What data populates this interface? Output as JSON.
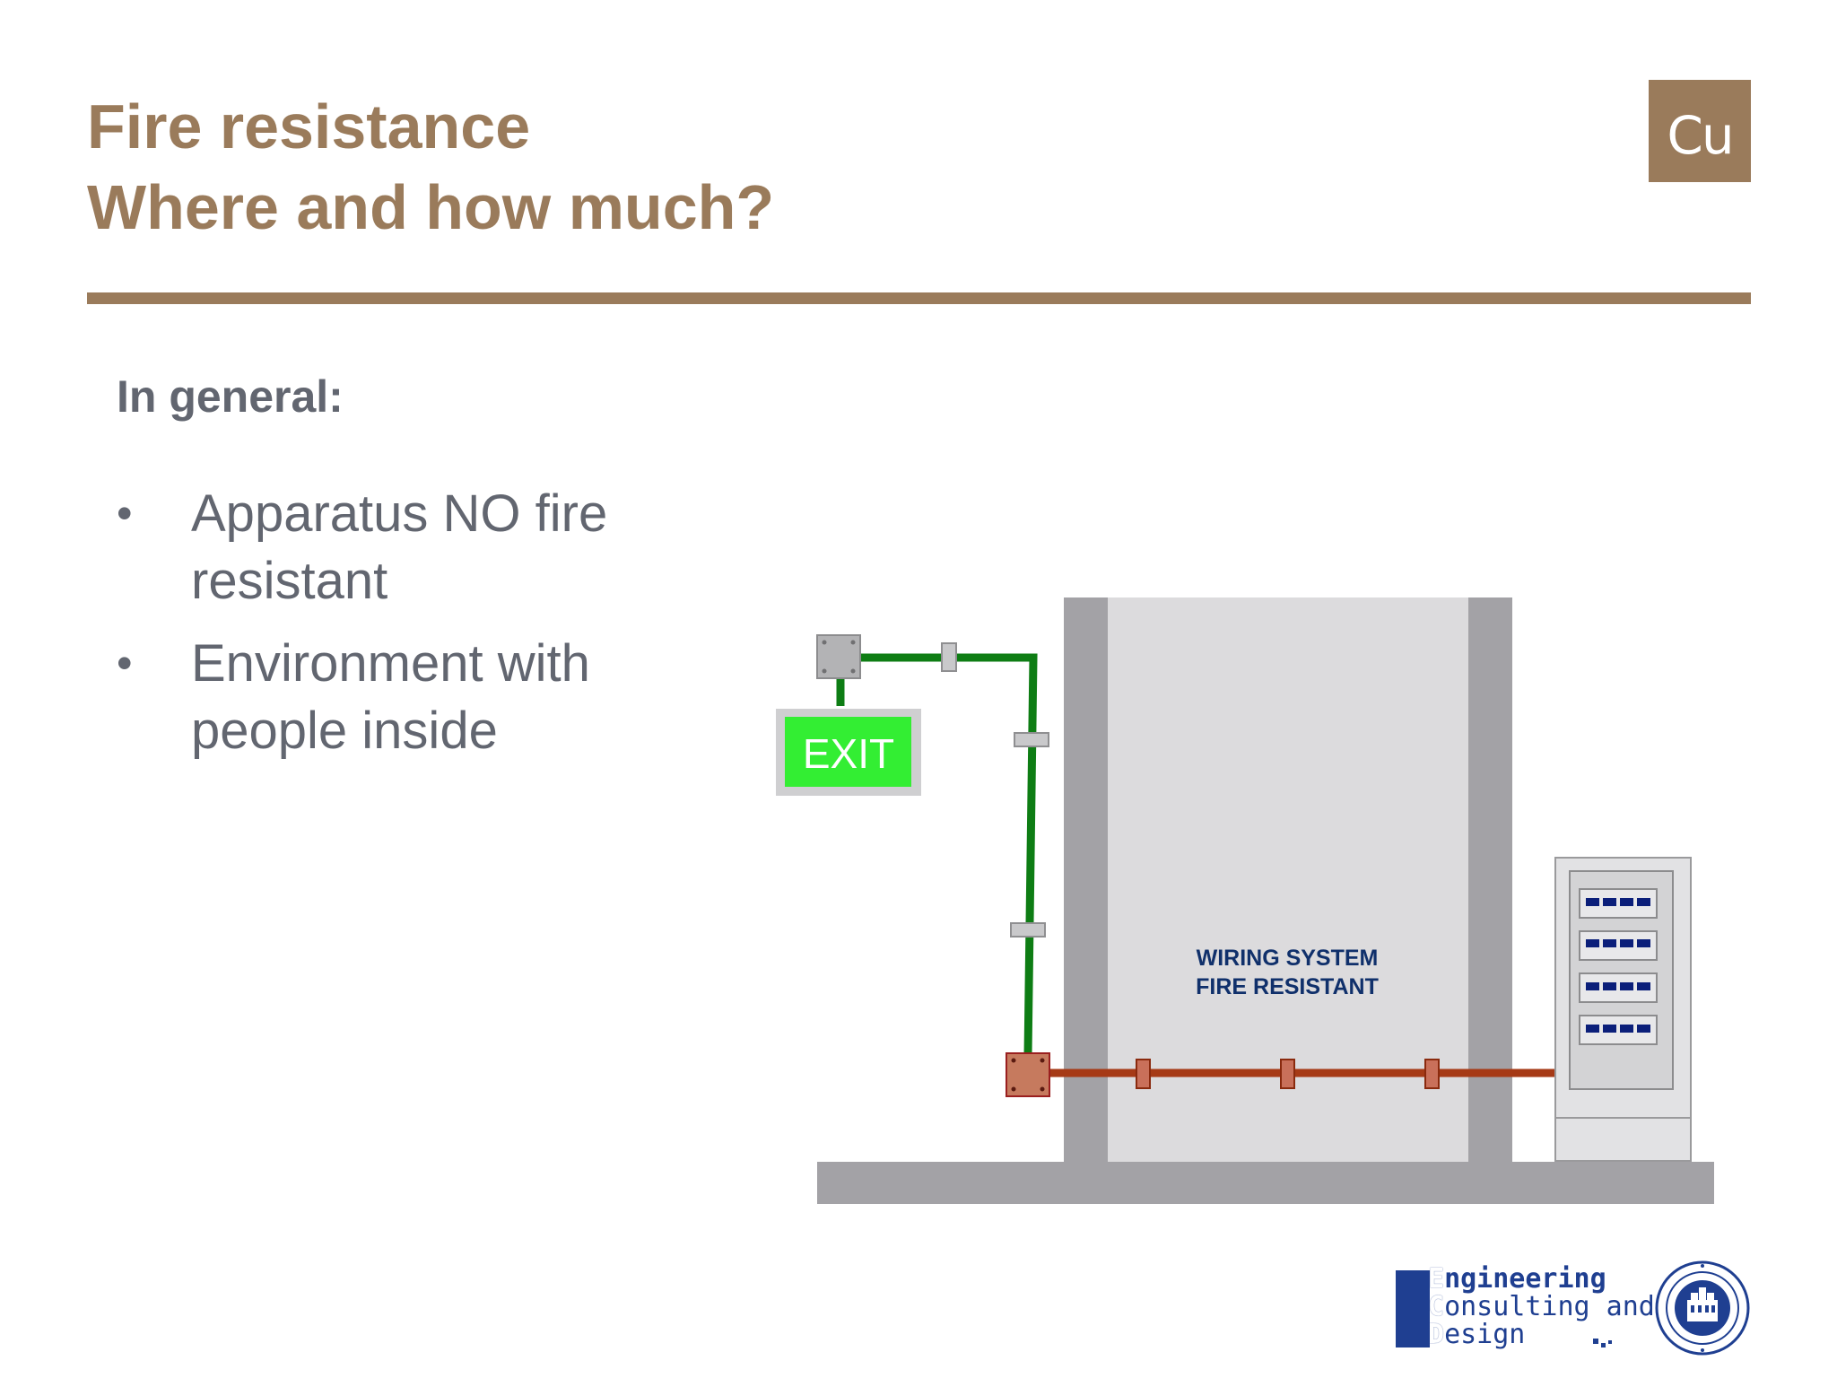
{
  "slide": {
    "title_line1": "Fire resistance",
    "title_line2": "Where and how much?",
    "corner_logo": "Cu",
    "subheading": "In general:",
    "bullets": [
      "Apparatus NO fire resistant",
      "Environment with people inside"
    ],
    "bullet_marker": "•"
  },
  "diagram": {
    "exit_sign": "EXIT",
    "wall_label_line1": "WIRING SYSTEM",
    "wall_label_line2": "FIRE RESISTANT"
  },
  "footer": {
    "ecd_line1_initial": "E",
    "ecd_line1_rest": "ngineering",
    "ecd_line2_initial": "C",
    "ecd_line2_rest": "onsulting and",
    "ecd_line3_initial": "D",
    "ecd_line3_rest": "esign"
  },
  "colors": {
    "brand_brown": "#9a7b5b",
    "body_gray": "#626670",
    "wall_dark": "#a3a2a6",
    "wall_light": "#dcdbdd",
    "cable_green": "#0e7d14",
    "cable_red": "#a63a16",
    "exit_green": "#33ee33",
    "label_blue": "#10306b",
    "logo_blue": "#1f3f91"
  }
}
